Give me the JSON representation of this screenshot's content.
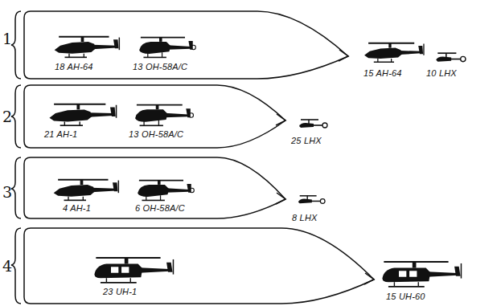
{
  "diagram": {
    "nodes": [
      {
        "text": [
          "18 AH-64",
          "13 OH-58A/C"
        ]
      },
      {
        "text": [
          "21 AH-1",
          "13 OH-58A/C"
        ]
      },
      {
        "text": [
          "4 AH-1",
          "6 OH-58A/C"
        ]
      },
      {
        "text": [
          "23 UH-1"
        ]
      }
    ],
    "labels": [
      "1",
      "2",
      "3",
      "4",
      "15 AH-64",
      "10 LHX",
      "25 LHX",
      "8 LHX",
      "15 UH-60"
    ]
  }
}
